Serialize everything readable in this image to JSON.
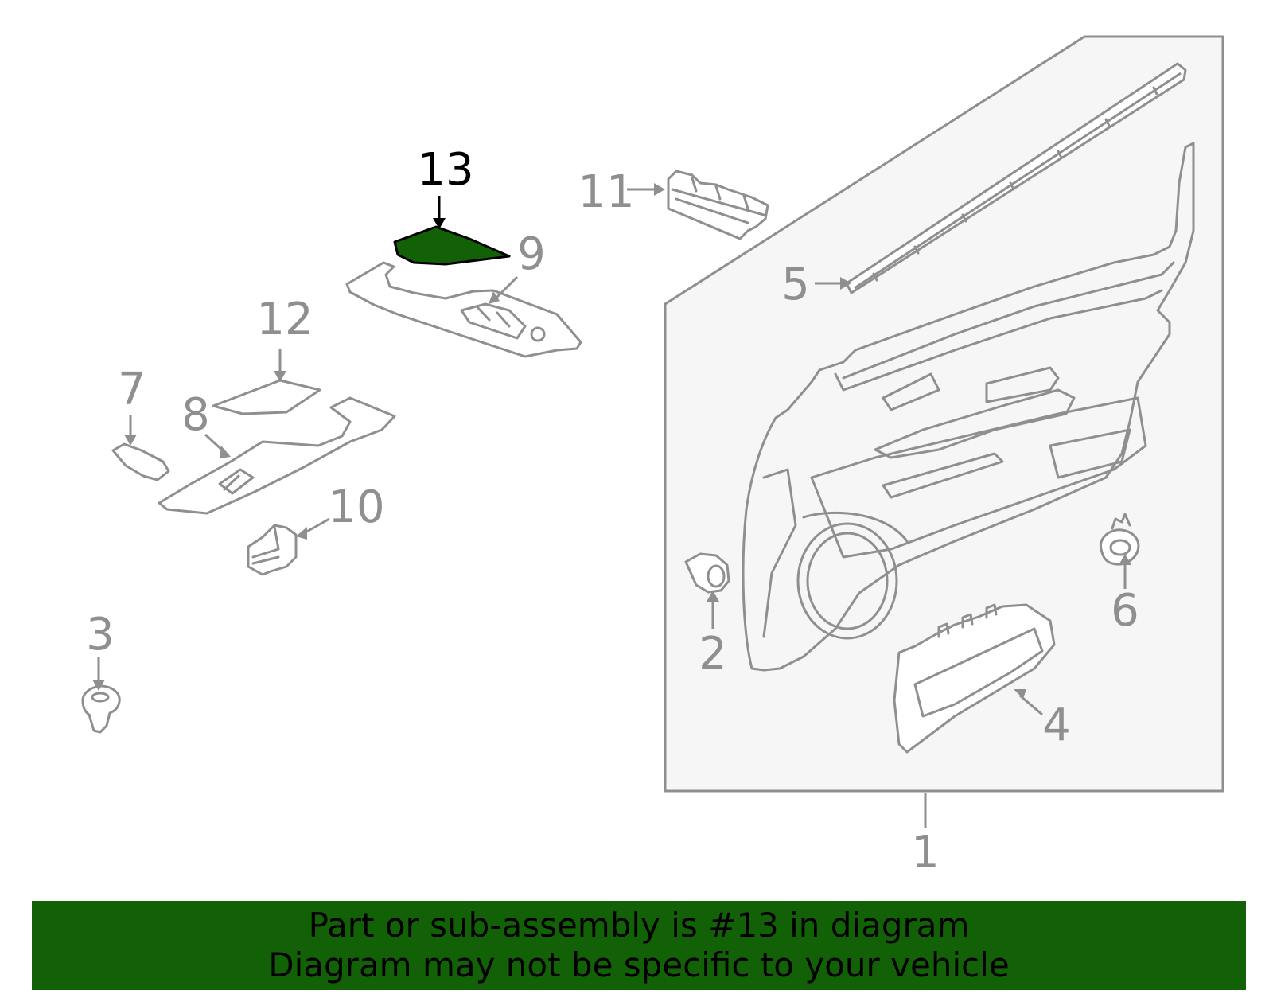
{
  "diagram": {
    "callouts": [
      {
        "id": "1",
        "label": "1"
      },
      {
        "id": "2",
        "label": "2"
      },
      {
        "id": "3",
        "label": "3"
      },
      {
        "id": "4",
        "label": "4"
      },
      {
        "id": "5",
        "label": "5"
      },
      {
        "id": "6",
        "label": "6"
      },
      {
        "id": "7",
        "label": "7"
      },
      {
        "id": "8",
        "label": "8"
      },
      {
        "id": "9",
        "label": "9"
      },
      {
        "id": "10",
        "label": "10"
      },
      {
        "id": "11",
        "label": "11"
      },
      {
        "id": "12",
        "label": "12"
      },
      {
        "id": "13",
        "label": "13"
      }
    ],
    "highlighted_part": "13",
    "colors": {
      "line": "#8f8f8f",
      "panel_background": "#f6f6f6",
      "highlight_fill": "#136106",
      "highlight_text": "#000000"
    }
  },
  "banner": {
    "line1": "Part or sub-assembly is #13 in diagram",
    "line2": "Diagram may not be specific to your vehicle",
    "background": "#136106"
  }
}
